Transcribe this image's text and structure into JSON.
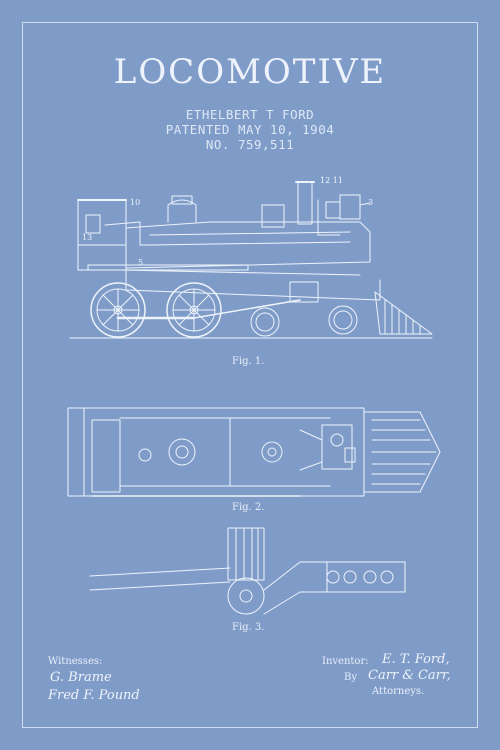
{
  "title": "LOCOMOTIVE",
  "inventor_name": "ETHELBERT T FORD",
  "patent_date": "PATENTED MAY 10, 1904",
  "patent_number": "NO. 759,511",
  "figures": {
    "fig1": "Fig. 1.",
    "fig2": "Fig. 2.",
    "fig3": "Fig. 3."
  },
  "footer": {
    "witnesses_label": "Witnesses:",
    "witness_1": "G. Brame",
    "witness_2": "Fred F. Pound",
    "inventor_label": "Inventor:",
    "inventor_signature": "E. T. Ford,",
    "by_label": "By",
    "attorney_signature": "Carr & Carr,",
    "attorneys_label": "Attorneys."
  },
  "colors": {
    "background": "#7f9cc9",
    "line": "#eef3fb"
  }
}
